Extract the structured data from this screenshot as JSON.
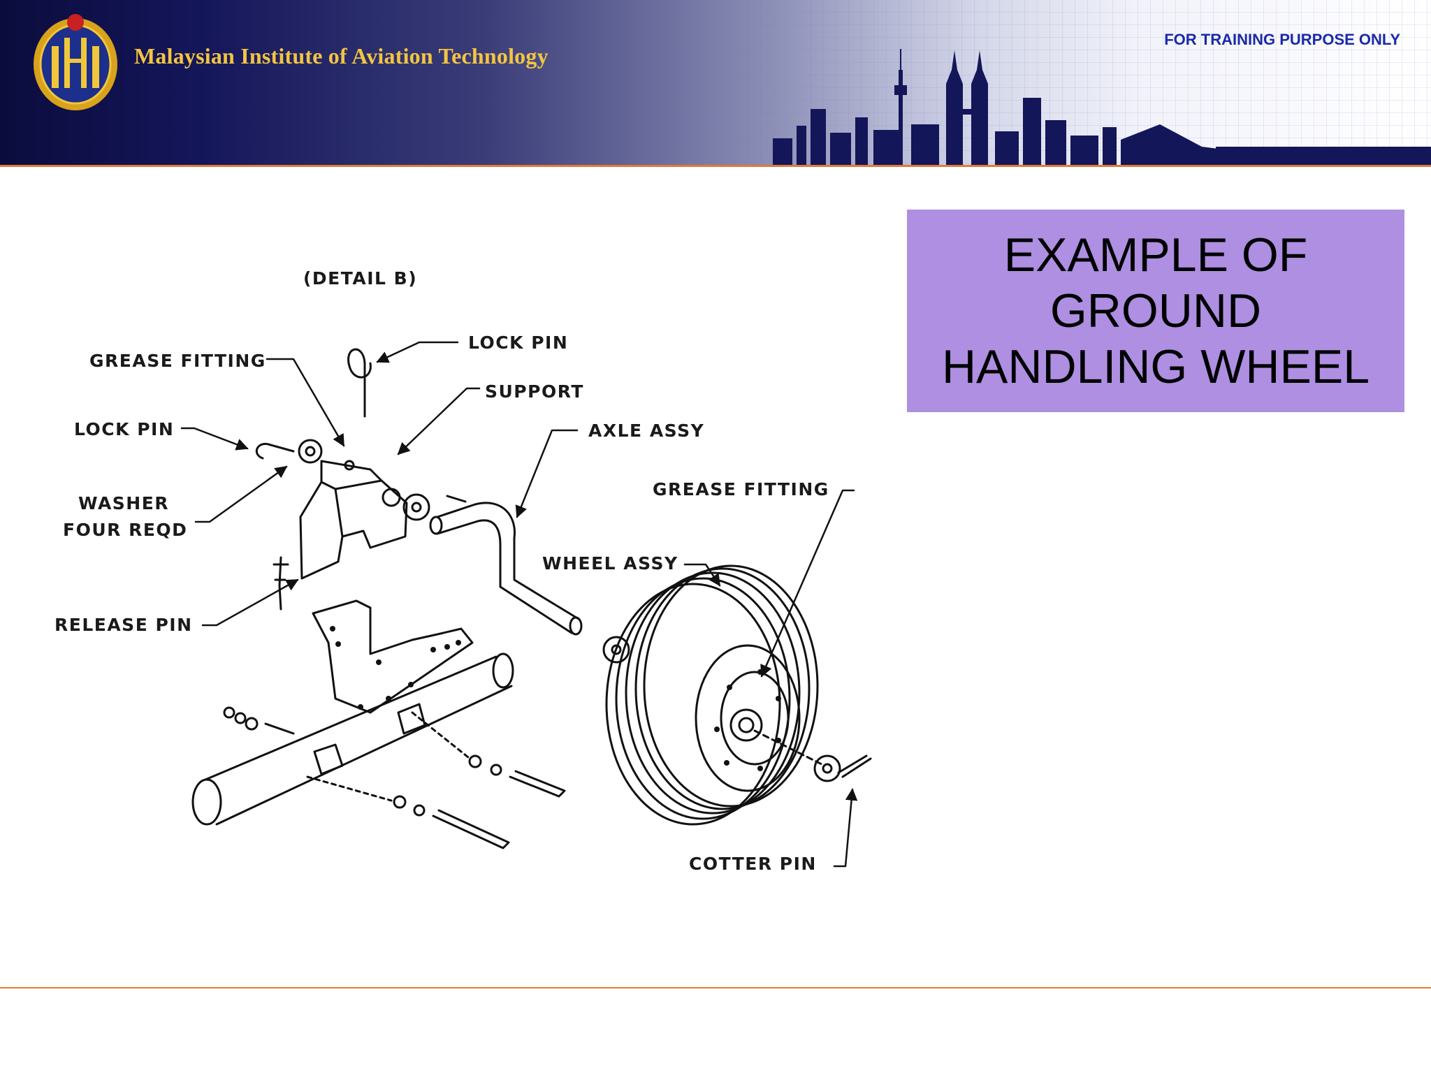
{
  "header": {
    "institute": "Malaysian Institute of Aviation Technology",
    "notice": "FOR TRAINING PURPOSE ONLY",
    "logo_icon": "university-crest-icon"
  },
  "title": {
    "line1": "EXAMPLE OF",
    "line2": "GROUND",
    "line3": "HANDLING WHEEL",
    "background": "#ae8fe2"
  },
  "diagram": {
    "detail": "(DETAIL B)",
    "labels": {
      "lock_pin_top": "LOCK PIN",
      "grease_fitting_left": "GREASE FITTING",
      "support": "SUPPORT",
      "lock_pin_left": "LOCK PIN",
      "axle_assy": "AXLE ASSY",
      "washer_line1": "WASHER",
      "washer_line2": "FOUR REQD",
      "grease_fitting_right": "GREASE FITTING",
      "wheel_assy": "WHEEL ASSY",
      "release_pin": "RELEASE PIN",
      "cotter_pin": "COTTER PIN"
    }
  },
  "colors": {
    "banner_dark": "#0b0c3d",
    "institute_text": "#f3c541",
    "notice_text": "#1a2aa8",
    "rule": "#e07b3a"
  }
}
